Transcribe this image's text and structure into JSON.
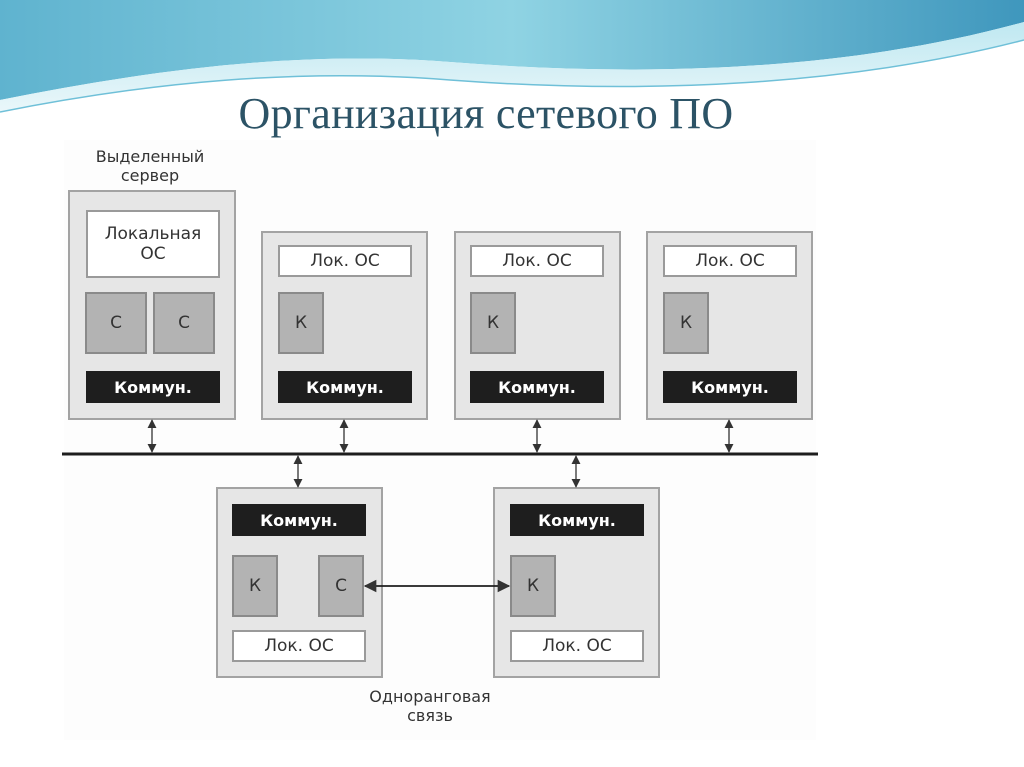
{
  "slide": {
    "title": "Организация сетевого ПО"
  },
  "diagram": {
    "server_caption": "Выделенный\nсервер",
    "peer_caption": "Одноранговая\nсвязь",
    "server": {
      "local_os": "Локальная\nОС",
      "modules": [
        "С",
        "С"
      ],
      "comm": "Коммун."
    },
    "clients": [
      {
        "local_os": "Лок. ОС",
        "module": "К",
        "comm": "Коммун."
      },
      {
        "local_os": "Лок. ОС",
        "module": "К",
        "comm": "Коммун."
      },
      {
        "local_os": "Лок. ОС",
        "module": "К",
        "comm": "Коммун."
      }
    ],
    "peers": [
      {
        "comm": "Коммун.",
        "modules": [
          "К",
          "С"
        ],
        "local_os": "Лок. ОС"
      },
      {
        "comm": "Коммун.",
        "modules": [
          "К"
        ],
        "local_os": "Лок. ОС"
      }
    ]
  }
}
